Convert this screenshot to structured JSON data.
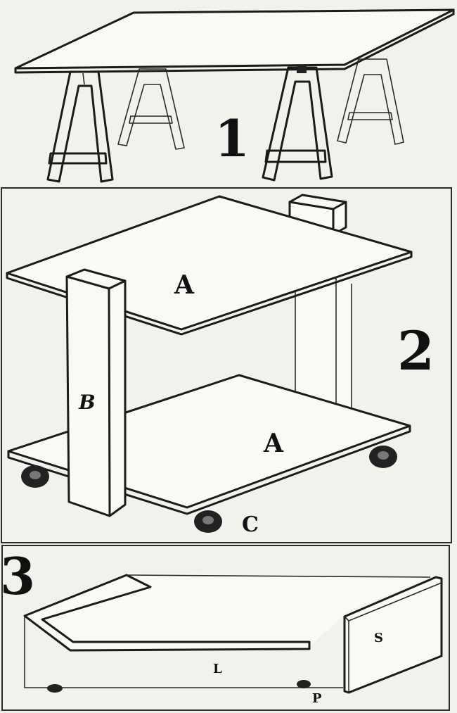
{
  "step1": {
    "number": "1"
  },
  "step2": {
    "number": "2",
    "labels": [
      "A",
      "A",
      "B",
      "C"
    ]
  },
  "step3": {
    "number": "3",
    "labels": [
      "S",
      "L",
      "P"
    ]
  },
  "colors": {
    "ink": "#1b1b1b",
    "paper": "#f3f1ec",
    "wheel": "#222222"
  }
}
